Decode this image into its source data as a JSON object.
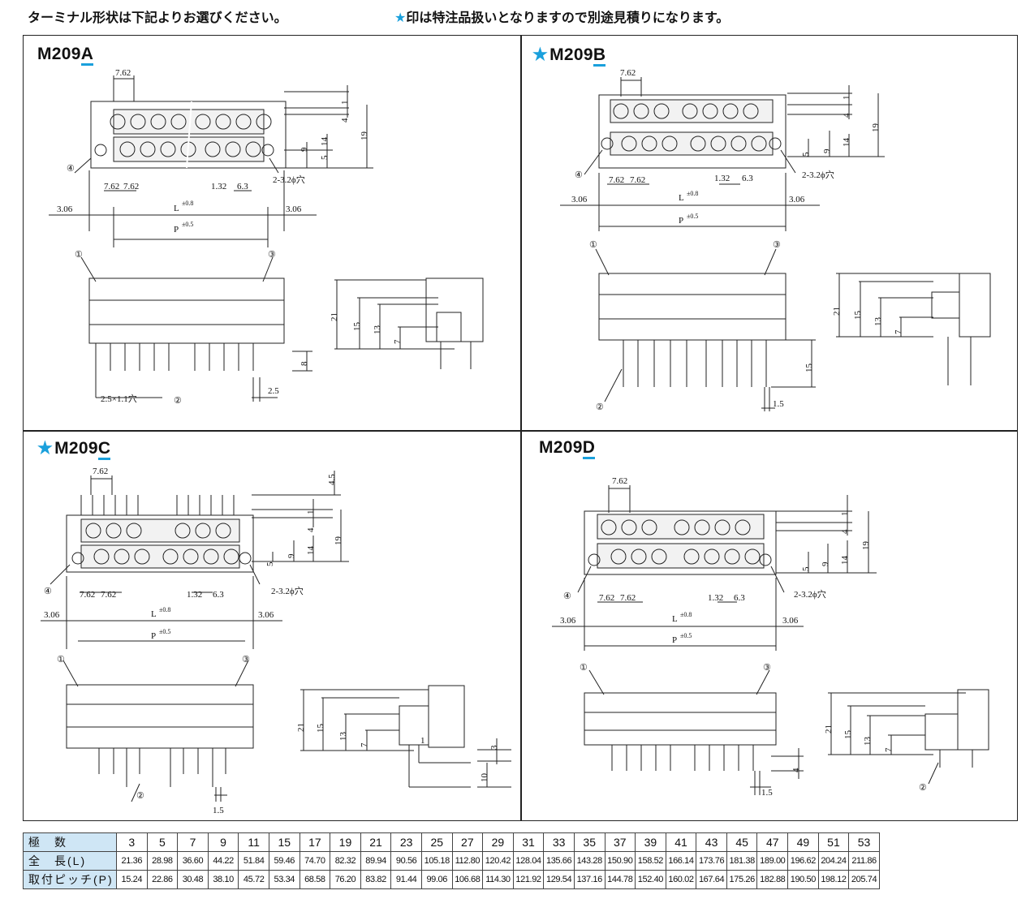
{
  "header": {
    "left": "ターミナル形状は下記よりお選びください。",
    "star": "★",
    "right": "印は特注品扱いとなりますので別途見積りになります。"
  },
  "models": [
    {
      "prefix": "M209",
      "suffix": "A",
      "star": false
    },
    {
      "prefix": "M209",
      "suffix": "B",
      "star": true
    },
    {
      "prefix": "M209",
      "suffix": "C",
      "star": true
    },
    {
      "prefix": "M209",
      "suffix": "D",
      "star": false
    }
  ],
  "star_symbol": "★",
  "dims": {
    "pitch": "7.62",
    "d1": "1",
    "d4": "4",
    "d5": "5",
    "d9": "9",
    "d14": "14",
    "d19": "19",
    "d132": "1.32",
    "d63": "6.3",
    "hole": "2-3.2ϕ穴",
    "edge": "3.06",
    "L": "L",
    "Ltol": "±0.8",
    "P": "P",
    "Ptol": "±0.5",
    "c1": "①",
    "c2": "②",
    "c3": "③",
    "c4": "④",
    "d21": "21",
    "d15": "15",
    "d13": "13",
    "d7": "7",
    "d8": "8",
    "d25": "2.5",
    "slot": "2.5×1.1穴",
    "d15b": "15",
    "d1_5": "1.5",
    "d45": "4.5",
    "d3": "3",
    "d10": "10",
    "one": "1"
  },
  "table": {
    "rows": [
      {
        "label": "極　数",
        "values": [
          "3",
          "5",
          "7",
          "9",
          "11",
          "15",
          "17",
          "19",
          "21",
          "23",
          "25",
          "27",
          "29",
          "31",
          "33",
          "35",
          "37",
          "39",
          "41",
          "43",
          "45",
          "47",
          "49",
          "51",
          "53"
        ]
      },
      {
        "label": "全　長(L)",
        "values": [
          "21.36",
          "28.98",
          "36.60",
          "44.22",
          "51.84",
          "59.46",
          "74.70",
          "82.32",
          "89.94",
          "90.56",
          "105.18",
          "112.80",
          "120.42",
          "128.04",
          "135.66",
          "143.28",
          "150.90",
          "158.52",
          "166.14",
          "173.76",
          "181.38",
          "189.00",
          "196.62",
          "204.24",
          "211.86"
        ]
      },
      {
        "label": "取付ピッチ(P)",
        "values": [
          "15.24",
          "22.86",
          "30.48",
          "38.10",
          "45.72",
          "53.34",
          "68.58",
          "76.20",
          "83.82",
          "91.44",
          "99.06",
          "106.68",
          "114.30",
          "121.92",
          "129.54",
          "137.16",
          "144.78",
          "152.40",
          "160.02",
          "167.64",
          "175.26",
          "182.88",
          "190.50",
          "198.12",
          "205.74"
        ]
      }
    ]
  },
  "colors": {
    "accent": "#1aa0dc",
    "header_cell": "#cfe6f5"
  }
}
